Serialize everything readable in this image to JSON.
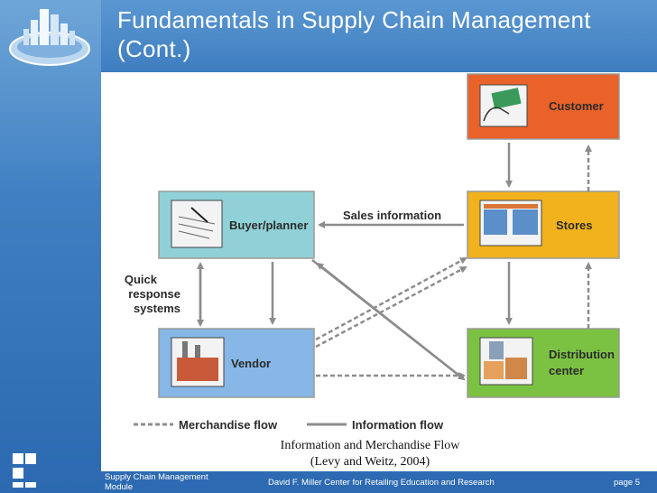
{
  "slide": {
    "title_line1": "Fundamentals in Supply Chain Management",
    "title_line2": "(Cont.)"
  },
  "diagram": {
    "nodes": {
      "customer": {
        "label": "Customer",
        "color": "#e8622a"
      },
      "stores": {
        "label": "Stores",
        "color": "#f2b21e"
      },
      "distribution": {
        "label_line1": "Distribution",
        "label_line2": "center",
        "color": "#7cc242"
      },
      "buyer": {
        "label": "Buyer/planner",
        "color": "#8fd1d6"
      },
      "vendor": {
        "label": "Vendor",
        "color": "#86b7e6"
      }
    },
    "sales_information": "Sales information",
    "quick_response": {
      "line1": "Quick",
      "line2": "response",
      "line3": "systems"
    },
    "legend": {
      "merchandise": "Merchandise flow",
      "information": "Information flow"
    }
  },
  "caption": {
    "line1": "Information and Merchandise Flow",
    "line2": "(Levy and Weitz, 2004)"
  },
  "footer": {
    "left_line1": "Supply Chain Management",
    "left_line2": "Module",
    "center": "David F. Miller Center for Retailing Education and Research",
    "page": "page 5"
  }
}
